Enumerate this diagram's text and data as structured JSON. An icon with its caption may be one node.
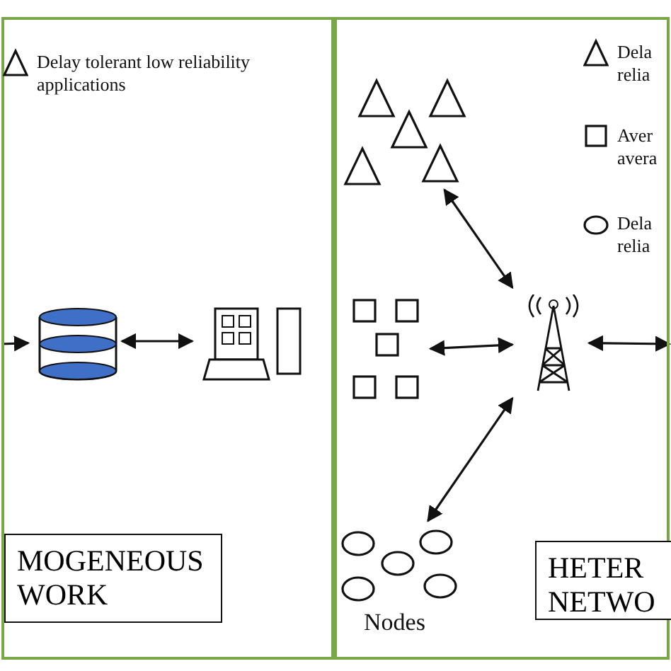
{
  "diagram": {
    "nodes": [
      {
        "text": [],
        "shape": "box"
      },
      {
        "text": [],
        "shape": "cylinder",
        "in": 0
      },
      {
        "text": [],
        "shape": "computer",
        "in": 0
      },
      {
        "text": [
          "MOGENEOUS WORK"
        ],
        "in": 0
      },
      {
        "text": [],
        "shape": "box"
      },
      {
        "text": [],
        "shape": "triangle",
        "in": 4
      },
      {
        "text": [],
        "shape": "box",
        "in": 4
      },
      {
        "text": [],
        "shape": "circle",
        "in": 4,
        "beside": [
          "Nodes"
        ]
      },
      {
        "text": [],
        "shape": "tower",
        "in": 4
      },
      {
        "text": [
          "HETER NETWO"
        ],
        "in": 4
      }
    ],
    "edges": [
      {
        "from": null,
        "to": 1,
        "arrow": "to"
      },
      {
        "from": 1,
        "to": 2,
        "arrow": "both"
      },
      {
        "from": 5,
        "to": 8,
        "arrow": "both"
      },
      {
        "from": 6,
        "to": 8,
        "arrow": "both"
      },
      {
        "from": 7,
        "to": 8,
        "arrow": "both"
      },
      {
        "from": 8,
        "to": null,
        "arrow": "both"
      }
    ],
    "legend": [
      {
        "text": "Delay tolerant low reliability applications"
      },
      {
        "text": "Dela relia"
      },
      {
        "text": "Aver avera"
      },
      {
        "text": "Dela relia"
      }
    ]
  }
}
